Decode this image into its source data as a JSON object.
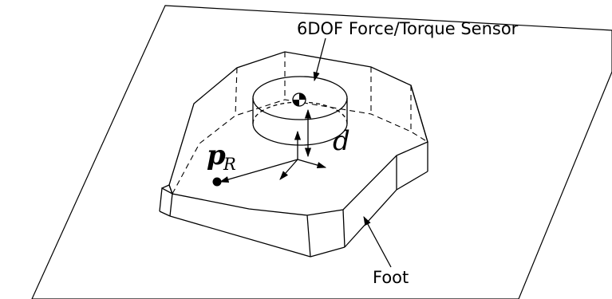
{
  "labels": {
    "sensor": "6DOF Force/Torque Sensor",
    "foot": "Foot",
    "distance": "d",
    "position_symbol": "p",
    "position_subscript": "R"
  },
  "colors": {
    "line": "#000000",
    "background": "#ffffff"
  }
}
